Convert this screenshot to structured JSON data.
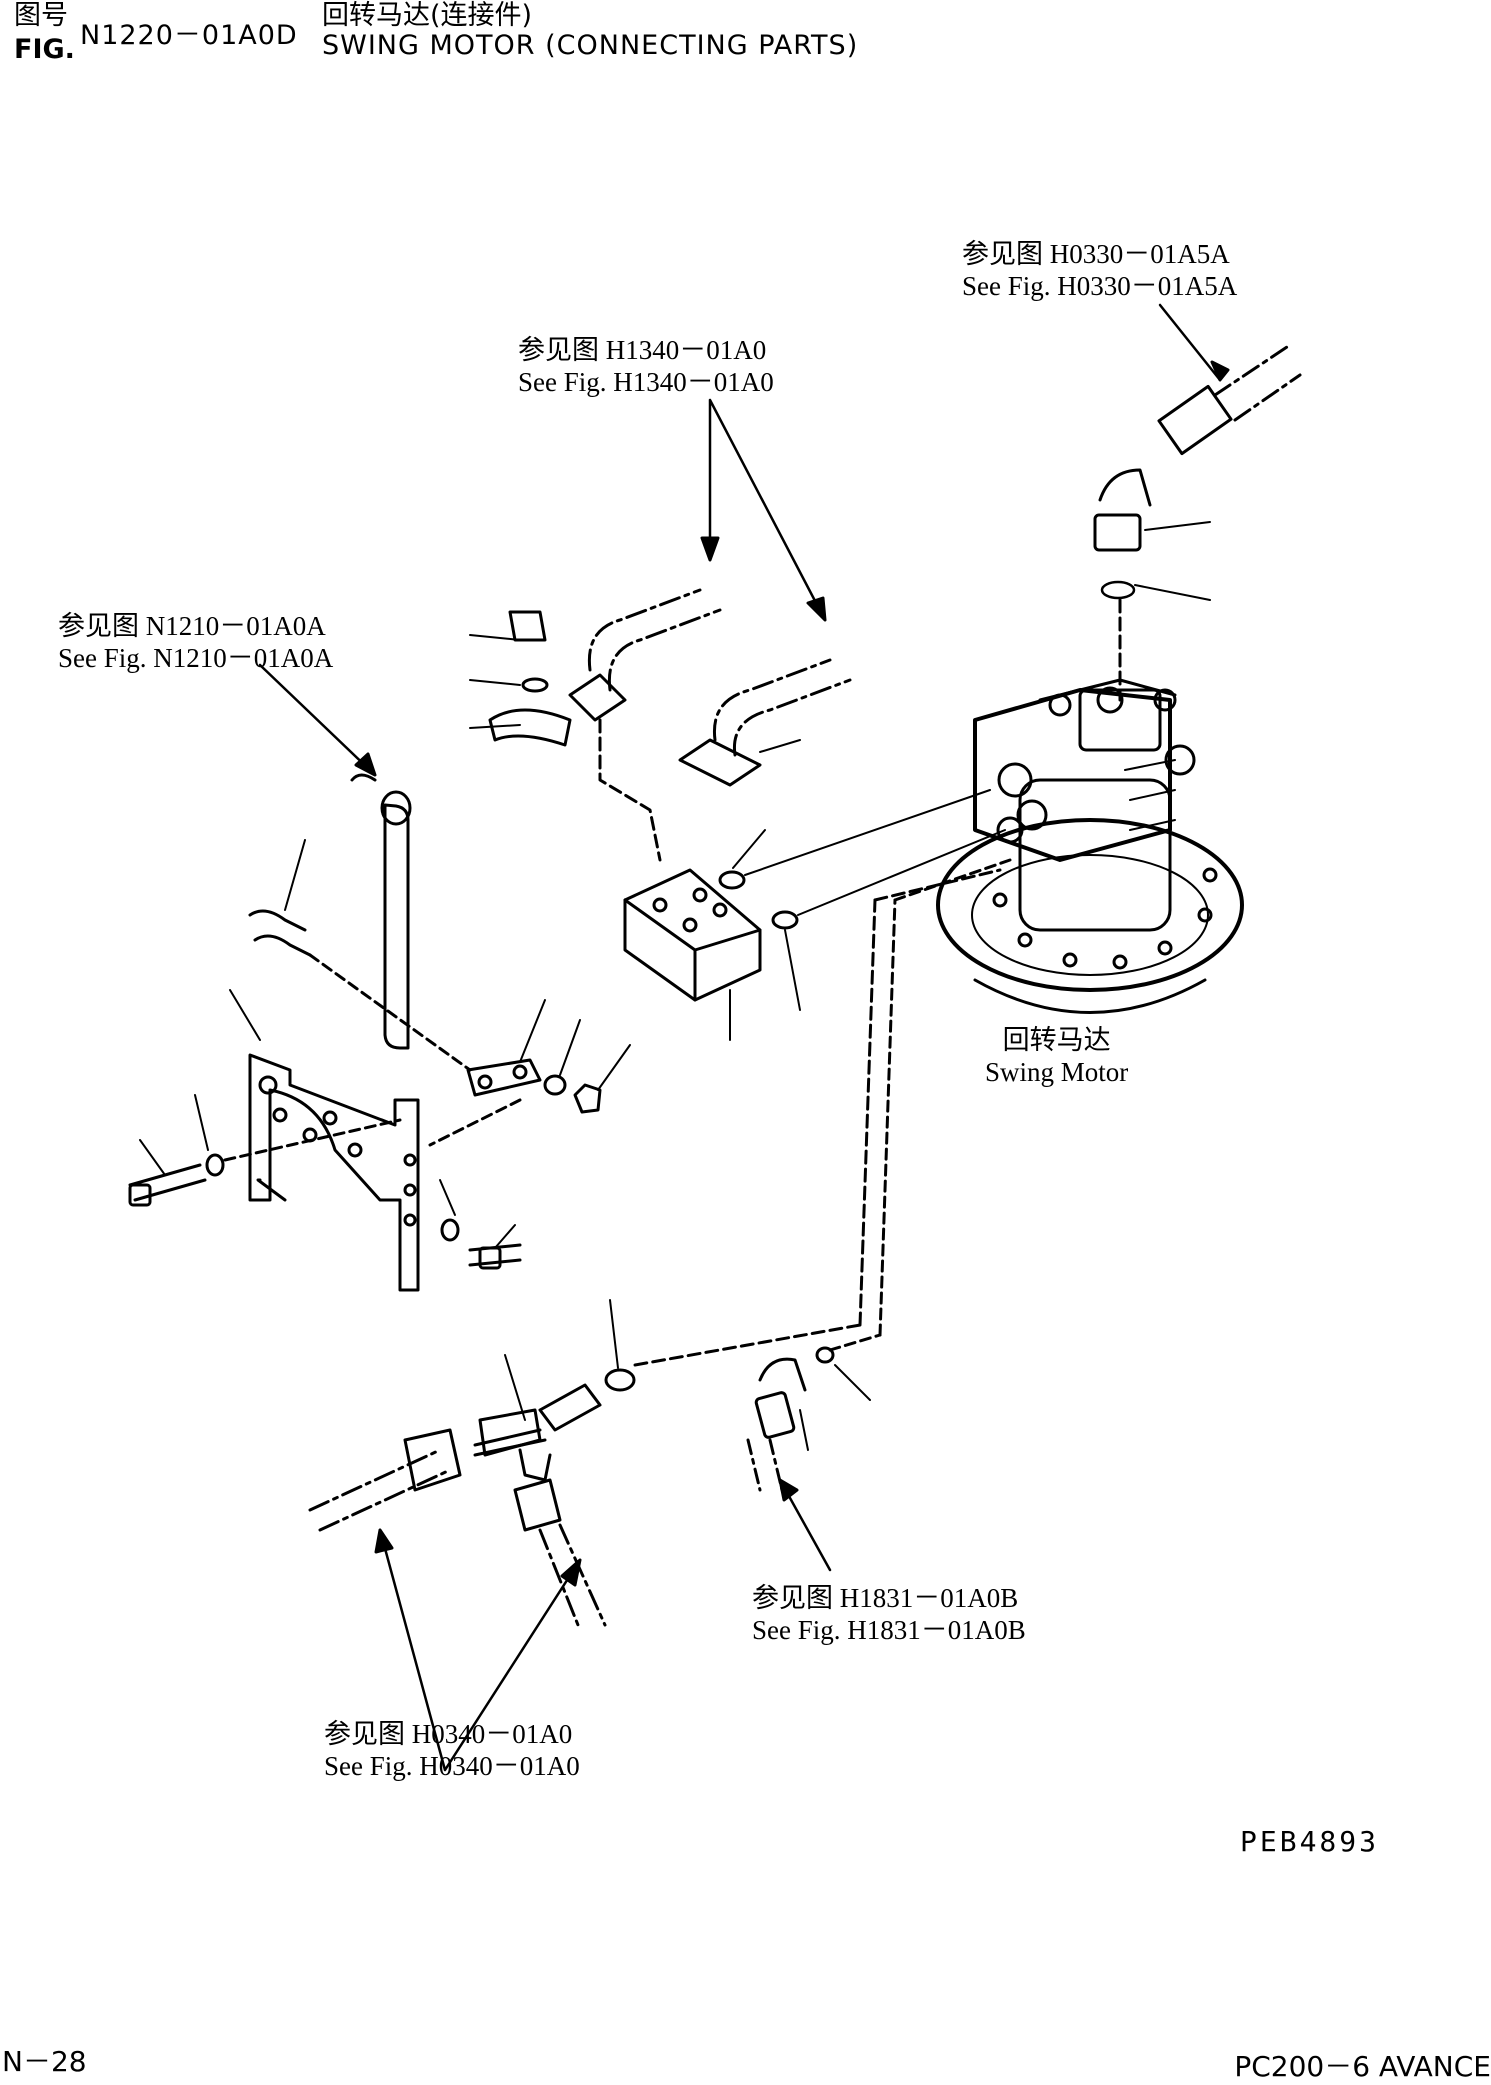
{
  "header": {
    "fig_label_zh": "图号",
    "fig_label_en": "FIG.",
    "fig_number": "N1220－01A0D",
    "title_zh": "回转马达(连接件)",
    "title_en": "SWING MOTOR (CONNECTING PARTS)"
  },
  "references": [
    {
      "zh": "参见图 H0330－01A5A",
      "en": "See Fig. H0330－01A5A"
    },
    {
      "zh": "参见图 H1340－01A0",
      "en": "See Fig. H1340－01A0"
    },
    {
      "zh": "参见图 N1210－01A0A",
      "en": "See Fig. N1210－01A0A"
    },
    {
      "zh": "参见图 H1831－01A0B",
      "en": "See Fig. H1831－01A0B"
    },
    {
      "zh": "参见图 H0340－01A0",
      "en": "See Fig. H0340－01A0"
    }
  ],
  "motor_label": {
    "zh": "回转马达",
    "en": "Swing Motor"
  },
  "footer": {
    "page_code": "PEB4893",
    "page_number": "N－28",
    "model": "PC200－6 AVANCE"
  }
}
